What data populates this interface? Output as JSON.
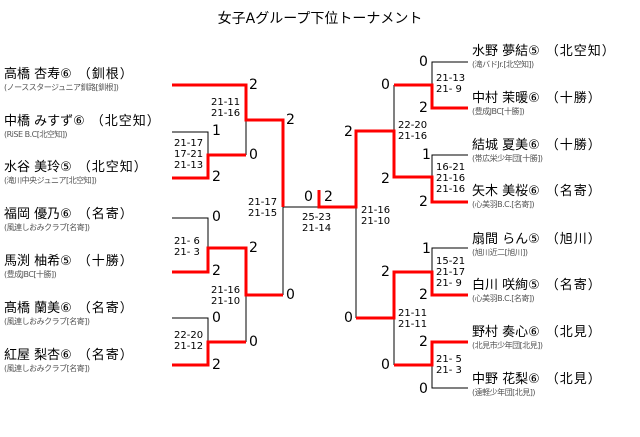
{
  "title": "女子Aグループ下位トーナメント",
  "left_players": [
    {
      "name": "高橋 杏寿⑥",
      "region": "（釧根）",
      "club": "(ノーススタージュニア釧路[釧根])"
    },
    {
      "name": "中橋 みすず⑥",
      "region": "（北空知）",
      "club": "(RiSE B.C[北空知])"
    },
    {
      "name": "水谷 美玲⑤",
      "region": "（北空知）",
      "club": "(滝川中央ジュニア[北空知])"
    },
    {
      "name": "福岡 優乃⑥",
      "region": "（名寄）",
      "club": "(風連しおみクラブ[名寄])"
    },
    {
      "name": "馬渕 柚希⑤",
      "region": "（十勝）",
      "club": "(豊成JBC[十勝])"
    },
    {
      "name": "髙橋 蘭美⑥",
      "region": "（名寄）",
      "club": "(風連しおみクラブ[名寄])"
    },
    {
      "name": "紅屋 梨杏⑥",
      "region": "（名寄）",
      "club": "(風連しおみクラブ[名寄])"
    }
  ],
  "right_players": [
    {
      "name": "水野 夢結⑤",
      "region": "（北空知）",
      "club": "(滝バドJr.[北空知])"
    },
    {
      "name": "中村 茉暖⑥",
      "region": "（十勝）",
      "club": "(豊成JBC[十勝])"
    },
    {
      "name": "結城 夏美⑥",
      "region": "（十勝）",
      "club": "(帯広栄少年団[十勝])"
    },
    {
      "name": "矢木 美桜⑥",
      "region": "（名寄）",
      "club": "(心美羽B.C.[名寄])"
    },
    {
      "name": "扇間 らん⑤",
      "region": "（旭川）",
      "club": "(旭川近二[旭川])"
    },
    {
      "name": "白川 咲絢⑤",
      "region": "（名寄）",
      "club": "(心美羽B.C.[名寄])"
    },
    {
      "name": "野村 奏心⑥",
      "region": "（北見）",
      "club": "(北見市少年団[北見])"
    },
    {
      "name": "中野 花梨⑥",
      "region": "（北見）",
      "club": "(遠軽少年団[北見])"
    }
  ],
  "matches": {
    "L1": {
      "top": "1",
      "bottom": "2",
      "games": "21-17\n17-21\n21-13"
    },
    "L2": {
      "top": "0",
      "bottom": "2",
      "games": "21- 6\n21- 3"
    },
    "L3": {
      "top": "0",
      "bottom": "2",
      "games": "22-20\n21-12"
    },
    "L4": {
      "top": "2",
      "bottom": "0",
      "games": "21-11\n21-16"
    },
    "L5": {
      "top": "2",
      "bottom": "0",
      "games": "21-16\n21-10"
    },
    "L6": {
      "top": "2",
      "bottom": "0",
      "games": "21-17\n21-15"
    },
    "R1": {
      "top": "0",
      "bottom": "2",
      "games": "21-13\n21- 9"
    },
    "R2": {
      "top": "1",
      "bottom": "2",
      "games": "16-21\n21-16\n21-16"
    },
    "R3": {
      "top": "1",
      "bottom": "2",
      "games": "15-21\n21-17\n21- 9"
    },
    "R4": {
      "top": "2",
      "bottom": "0",
      "games": "21- 5\n21- 3"
    },
    "R5": {
      "top": "0",
      "bottom": "2",
      "games": "22-20\n21-16"
    },
    "R6": {
      "top": "2",
      "bottom": "0",
      "games": "21-11\n21-11"
    },
    "R7": {
      "top": "2",
      "bottom": "0",
      "games": "21-16\n21-10"
    },
    "F": {
      "left": "0",
      "right": "2",
      "games": "25-23\n21-14"
    }
  },
  "colors": {
    "winner_line": "#ff0000",
    "line": "#000000"
  }
}
